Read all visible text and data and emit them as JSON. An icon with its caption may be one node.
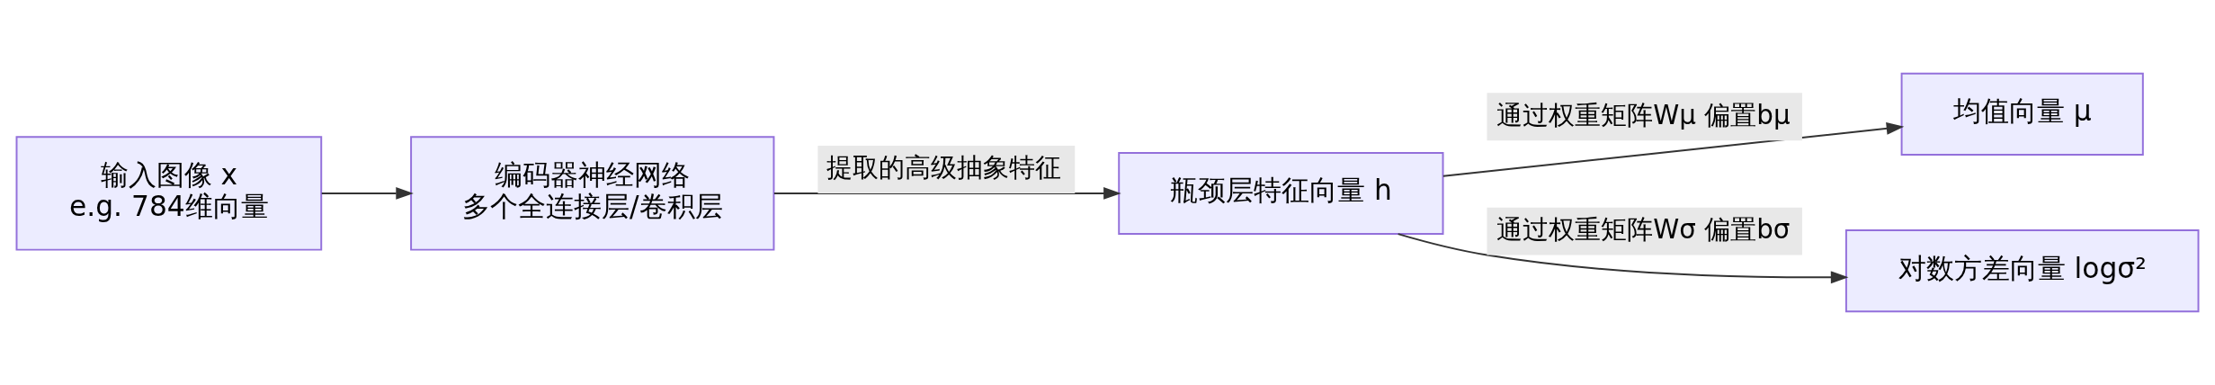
{
  "diagram": {
    "nodes": [
      {
        "text": [
          "输入图像 x",
          "e.g. 784维向量"
        ]
      },
      {
        "text": [
          "编码器神经网络",
          "多个全连接层/卷积层"
        ]
      },
      {
        "text": [
          "瓶颈层特征向量 h"
        ]
      },
      {
        "text": [
          "均值向量 μ"
        ]
      },
      {
        "text": [
          "对数方差向量 logσ²"
        ]
      }
    ],
    "edges": [
      {
        "from": 0,
        "to": 1,
        "arrow": "to"
      },
      {
        "from": 1,
        "to": 2,
        "arrow": "to",
        "label": "提取的高级抽象特征"
      },
      {
        "from": 2,
        "to": 3,
        "arrow": "to",
        "label": "通过权重矩阵Wμ 偏置bμ"
      },
      {
        "from": 2,
        "to": 4,
        "arrow": "to",
        "label": "通过权重矩阵Wσ 偏置bσ"
      }
    ]
  }
}
